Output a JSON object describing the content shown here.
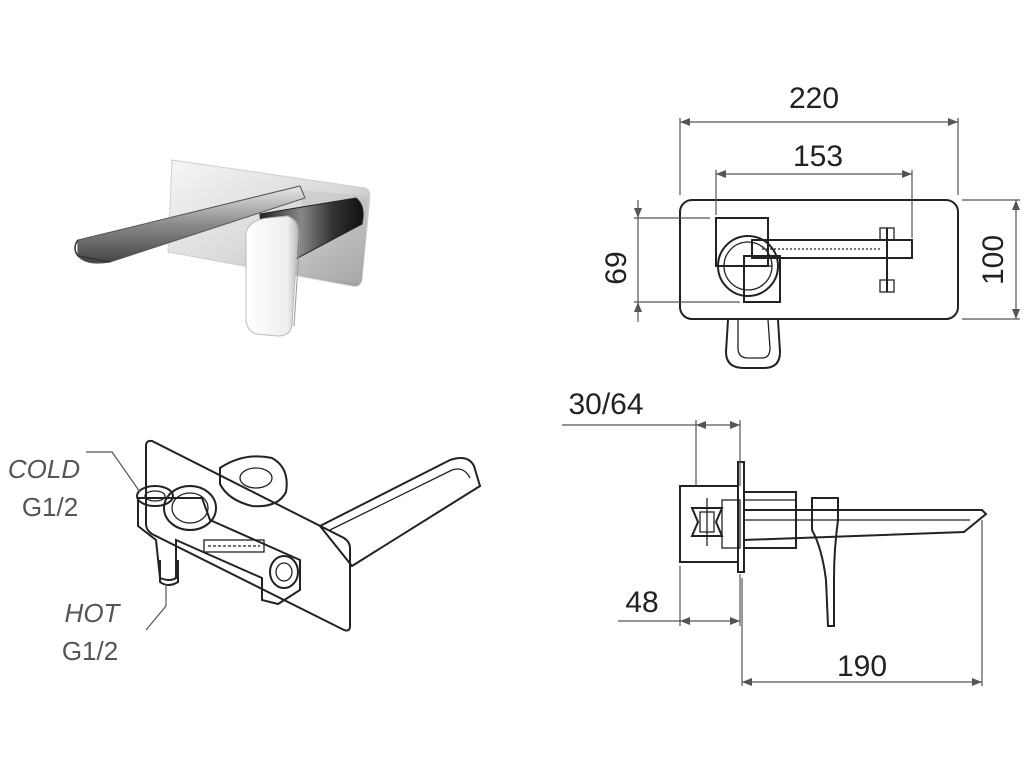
{
  "dimensions": {
    "overall_width": "220",
    "inner_width": "153",
    "plate_height": "100",
    "inner_height": "69",
    "depth_range": "30/64",
    "body_depth": "48",
    "spout_reach": "190"
  },
  "connections": {
    "cold": {
      "name": "COLD",
      "thread": "G1/2"
    },
    "hot": {
      "name": "HOT",
      "thread": "G1/2"
    }
  },
  "colors": {
    "line": "#222222",
    "dimension_line": "#555555",
    "label_text": "#555555",
    "chrome_light": "#f2f2f2",
    "chrome_dark": "#3a3a3a"
  }
}
